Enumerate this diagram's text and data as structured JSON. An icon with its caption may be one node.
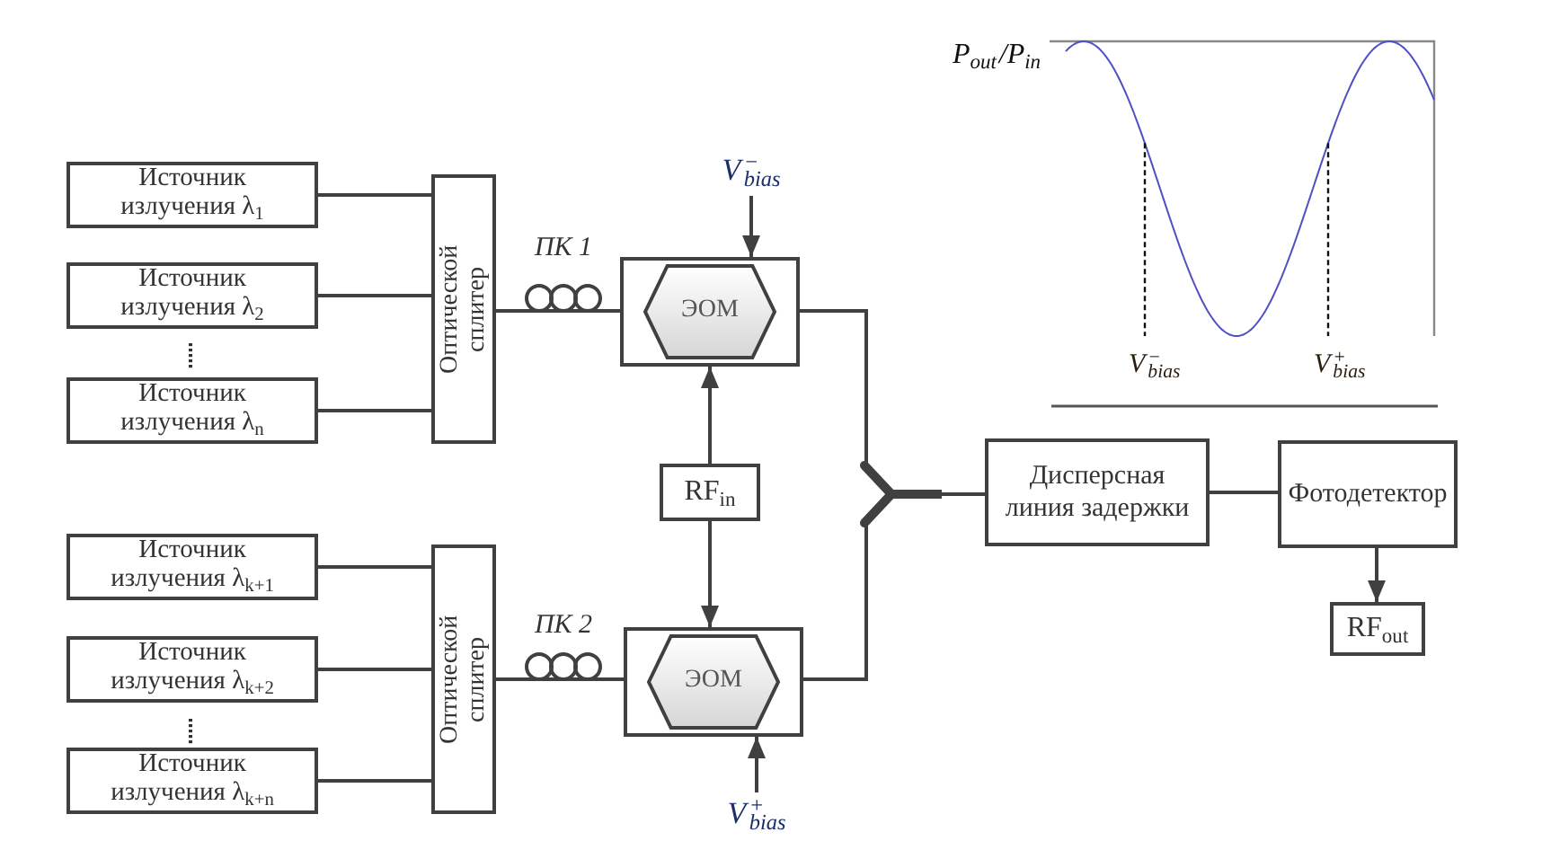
{
  "diagram": {
    "nodes": [
      {
        "text": [
          "Источник излучения λ$_{1}$"
        ]
      },
      {
        "text": [
          "Источник излучения λ$_{2}$"
        ]
      },
      {
        "text": [
          "Источник излучения λ$_{n}$"
        ]
      },
      {
        "text": [
          "Оптической сплитер"
        ]
      },
      {
        "text": [
          "ПК 1"
        ]
      },
      {
        "text": [
          "V$^{−}$$_{bias}$"
        ]
      },
      {
        "text": [],
        "shape": "box"
      },
      {
        "text": [
          "ЭОМ"
        ],
        "in": 6
      },
      {
        "text": [
          "RF$_{in}$"
        ]
      },
      {
        "text": [
          "Источник излучения λ$_{k+1}$"
        ]
      },
      {
        "text": [
          "Источник излучения λ$_{k+2}$"
        ]
      },
      {
        "text": [
          "Источник излучения λ$_{k+n}$"
        ]
      },
      {
        "text": [
          "Оптической сплитер"
        ]
      },
      {
        "text": [
          "ПК 2"
        ]
      },
      {
        "text": [],
        "shape": "box"
      },
      {
        "text": [
          "ЭОМ"
        ],
        "in": 14
      },
      {
        "text": [
          "V$^{+}$$_{bias}$"
        ]
      },
      {
        "text": [
          "Дисперсная линия задержки"
        ]
      },
      {
        "text": [
          "Фотодетектор"
        ]
      },
      {
        "text": [
          "RF$_{out}$"
        ]
      }
    ],
    "edges": [
      {
        "from": 0,
        "to": 3,
        "arrow": "none"
      },
      {
        "from": 1,
        "to": 3,
        "arrow": "none"
      },
      {
        "from": 2,
        "to": 3,
        "arrow": "none"
      },
      {
        "from": 3,
        "to": 4,
        "arrow": "none"
      },
      {
        "from": 4,
        "to": 6,
        "arrow": "none"
      },
      {
        "from": 5,
        "to": 6,
        "arrow": "to"
      },
      {
        "from": 8,
        "to": 6,
        "arrow": "to"
      },
      {
        "from": 6,
        "to": 17,
        "arrow": "none"
      },
      {
        "from": 9,
        "to": 12,
        "arrow": "none"
      },
      {
        "from": 10,
        "to": 12,
        "arrow": "none"
      },
      {
        "from": 11,
        "to": 12,
        "arrow": "none"
      },
      {
        "from": 12,
        "to": 13,
        "arrow": "none"
      },
      {
        "from": 13,
        "to": 14,
        "arrow": "none"
      },
      {
        "from": 8,
        "to": 14,
        "arrow": "to"
      },
      {
        "from": 16,
        "to": 14,
        "arrow": "to"
      },
      {
        "from": 14,
        "to": 17,
        "arrow": "none"
      },
      {
        "from": 17,
        "to": 18,
        "arrow": "none"
      },
      {
        "from": 18,
        "to": 19,
        "arrow": "to"
      }
    ],
    "labels": [
      "P$_{out}$/P$_{in}$",
      "V$^{−}$$_{bias}$",
      "V$^{+}$$_{bias}$"
    ]
  }
}
